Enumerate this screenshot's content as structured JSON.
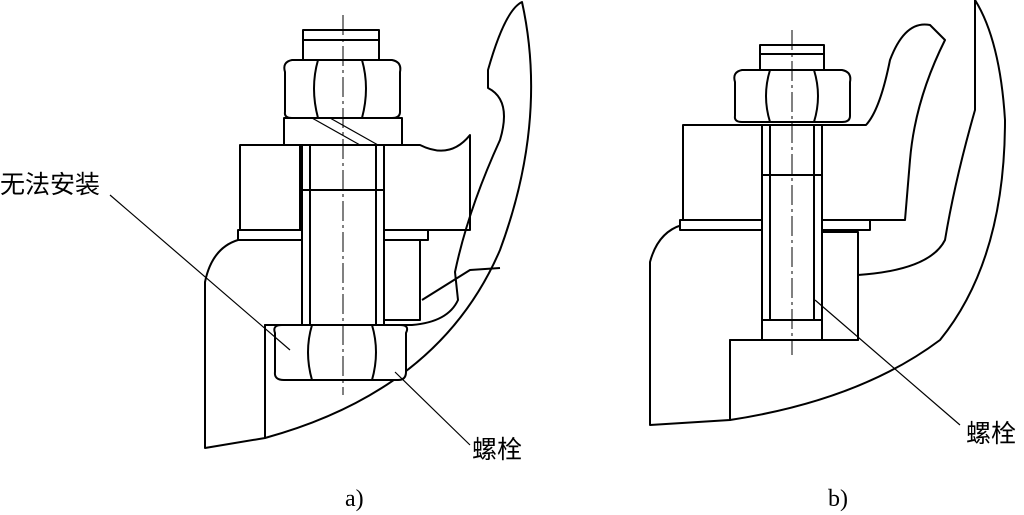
{
  "figure_a": {
    "label_cannot_install": "无法安装",
    "label_bolt": "螺栓",
    "caption": "a)"
  },
  "figure_b": {
    "label_bolt": "螺栓",
    "caption": "b)"
  },
  "colors": {
    "line": "#000000",
    "background": "#ffffff"
  }
}
